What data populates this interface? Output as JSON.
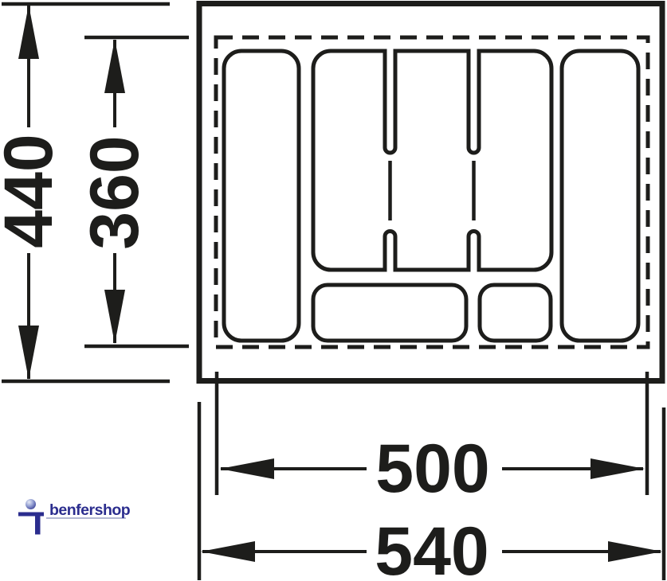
{
  "diagram": {
    "background": "#ffffff",
    "ink_color": "#1d1d1b",
    "dimension_labels": {
      "outer_height": "440",
      "inner_height": "360",
      "inner_width": "500",
      "outer_width": "540"
    }
  },
  "logo": {
    "text": "benfershop",
    "color": "#2b2d8e",
    "ball_highlight": "#e6eaf6",
    "ball_shadow": "#383f96",
    "underline_color": "#9aa1c4"
  }
}
